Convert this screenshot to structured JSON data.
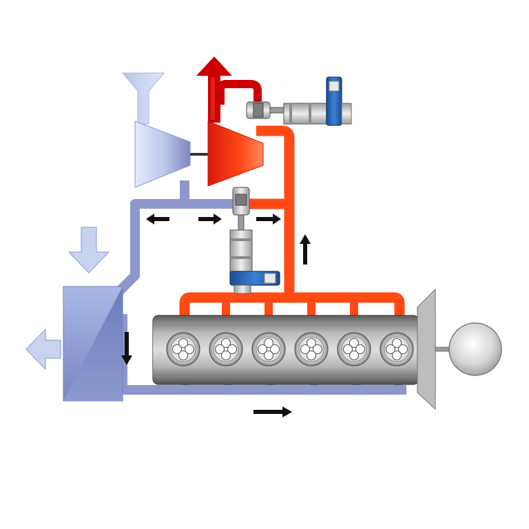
{
  "diagram": {
    "components": [
      {
        "id": "air-intake-funnel",
        "icon": "funnel-icon"
      },
      {
        "id": "compressor",
        "icon": "compressor-icon"
      },
      {
        "id": "turbine",
        "icon": "turbine-icon"
      },
      {
        "id": "exhaust-outlet",
        "icon": "up-arrow-icon"
      },
      {
        "id": "turbine-bypass-valve",
        "icon": "valve-actuator-icon"
      },
      {
        "id": "wastegate-valve",
        "icon": "valve-actuator-icon"
      },
      {
        "id": "intercooler",
        "icon": "heat-exchanger-icon"
      },
      {
        "id": "engine-block",
        "icon": "engine-icon"
      },
      {
        "id": "flywheel",
        "icon": "disc-icon"
      }
    ],
    "cylinder_count": 6,
    "colors": {
      "cold_air": "#8d97cc",
      "cold_air_light": "#c8d4ee",
      "hot_exhaust": "#ff4a14",
      "hot_exhaust_dark": "#cc0000",
      "actuator_blue": "#1f5fae",
      "metal_grey": "#c4c4c4",
      "flow_arrow": "#111111"
    }
  }
}
